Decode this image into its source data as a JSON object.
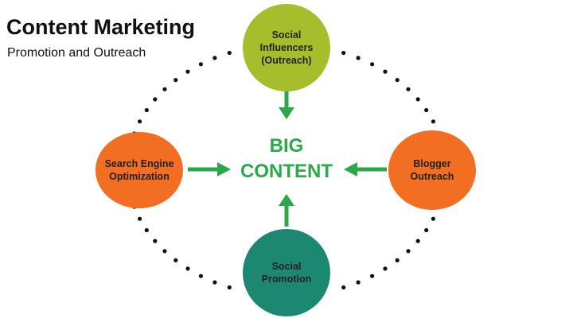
{
  "header": {
    "title": "Content Marketing",
    "subtitle": "Promotion and Outreach"
  },
  "center": {
    "line1": "BIG",
    "line2": "CONTENT"
  },
  "nodes": {
    "top": {
      "line1": "Social",
      "line2": "Influencers",
      "line3": "(Outreach)"
    },
    "left": {
      "line1": "Search Engine",
      "line2": "Optimization"
    },
    "right": {
      "line1": "Blogger",
      "line2": "Outreach"
    },
    "bottom": {
      "line1": "Social",
      "line2": "Promotion"
    }
  },
  "colors": {
    "top_node": "#a6be2b",
    "side_nodes": "#f26e22",
    "bottom_node": "#1d8871",
    "arrows_and_center_text": "#2aa84a",
    "dots": "#111111"
  }
}
